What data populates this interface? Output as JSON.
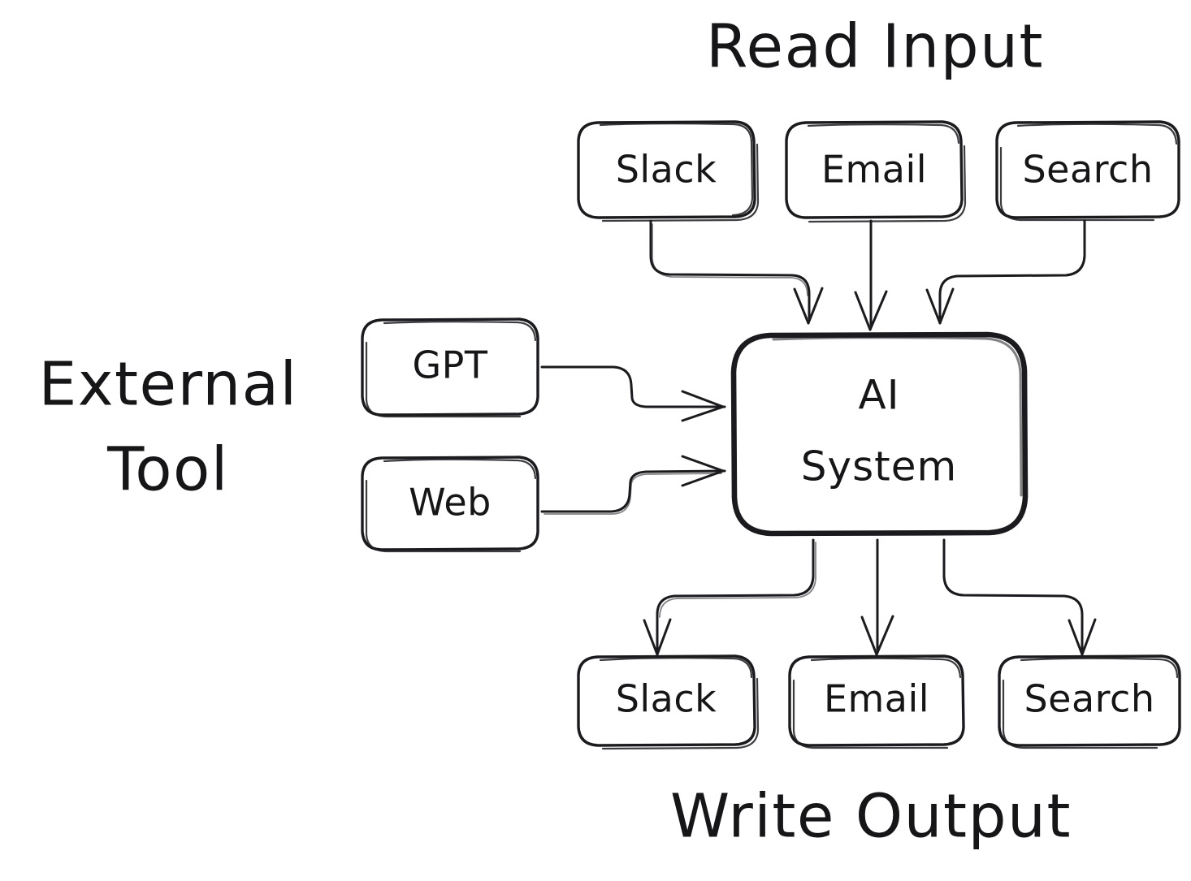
{
  "diagram": {
    "title_top": "Read Input",
    "title_bottom": "Write Output",
    "title_left_line1": "External",
    "title_left_line2": "Tool",
    "center_node": {
      "label_line1": "AI",
      "label_line2": "System",
      "name": "ai-system"
    },
    "input_nodes": [
      {
        "label": "Slack",
        "name": "input-slack"
      },
      {
        "label": "Email",
        "name": "input-email"
      },
      {
        "label": "Search",
        "name": "input-search"
      }
    ],
    "tool_nodes": [
      {
        "label": "GPT",
        "name": "tool-gpt"
      },
      {
        "label": "Web",
        "name": "tool-web"
      }
    ],
    "output_nodes": [
      {
        "label": "Slack",
        "name": "output-slack"
      },
      {
        "label": "Email",
        "name": "output-email"
      },
      {
        "label": "Search",
        "name": "output-search"
      }
    ],
    "edges": [
      {
        "from": "Slack",
        "to": "AI System",
        "direction": "down"
      },
      {
        "from": "Email",
        "to": "AI System",
        "direction": "down"
      },
      {
        "from": "Search",
        "to": "AI System",
        "direction": "down"
      },
      {
        "from": "GPT",
        "to": "AI System",
        "direction": "right"
      },
      {
        "from": "Web",
        "to": "AI System",
        "direction": "right"
      },
      {
        "from": "AI System",
        "to": "Slack",
        "direction": "down"
      },
      {
        "from": "AI System",
        "to": "Email",
        "direction": "down"
      },
      {
        "from": "AI System",
        "to": "Search",
        "direction": "down"
      }
    ],
    "colors": {
      "background": "#ffffff",
      "stroke": "#1b1b1f",
      "text": "#161618",
      "node_fill": "#ffffff"
    }
  }
}
